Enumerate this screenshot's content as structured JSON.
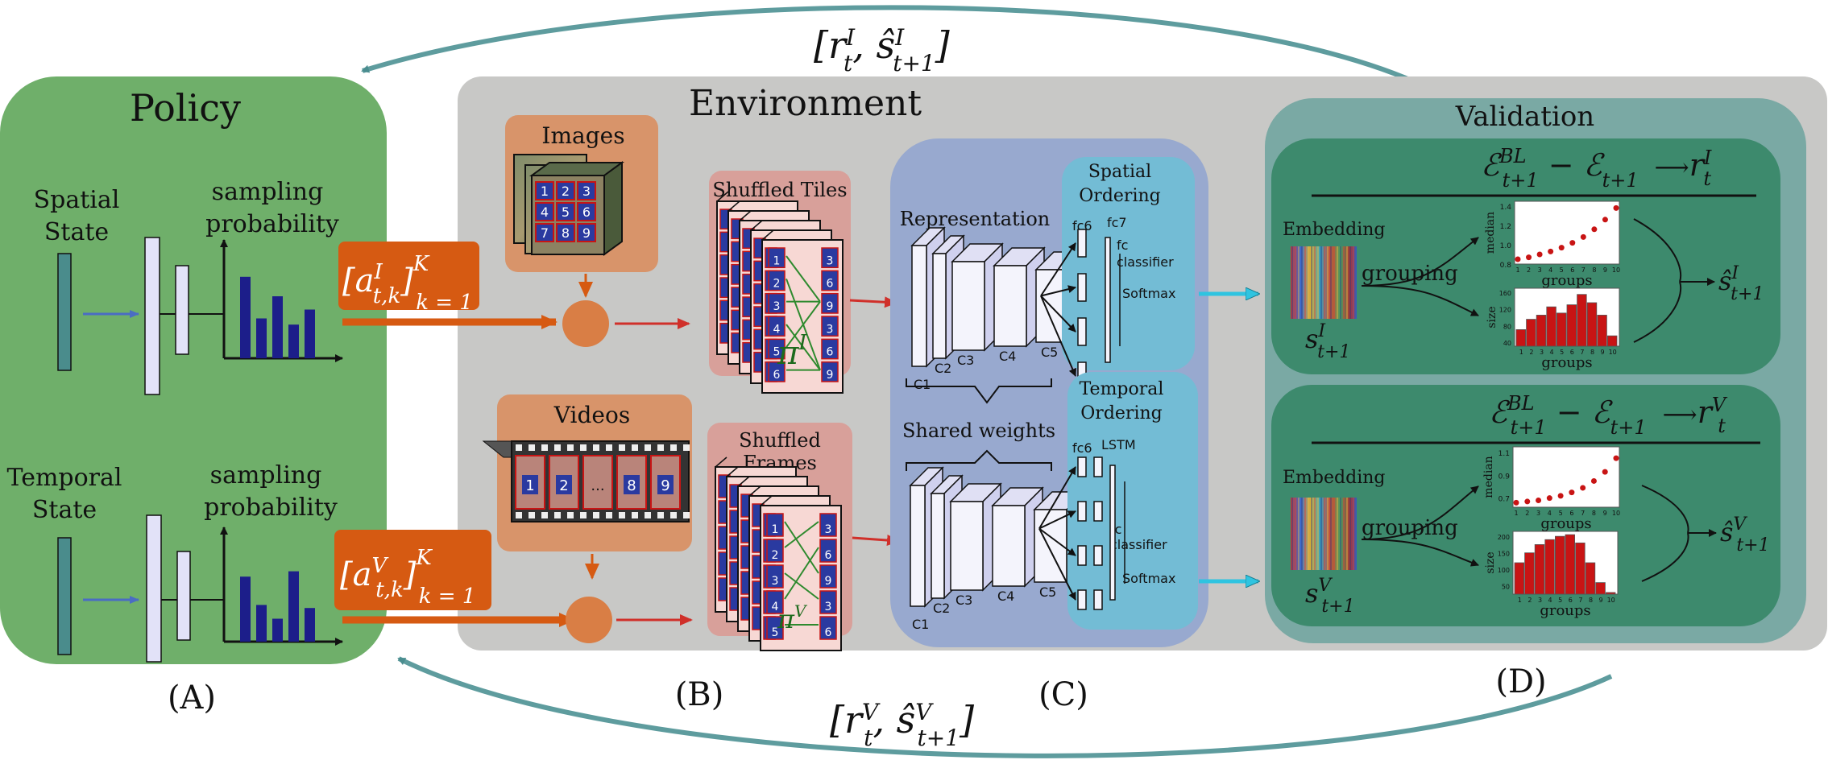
{
  "policy": {
    "title": "Policy",
    "spatial_state": [
      "Spatial",
      "State"
    ],
    "temporal_state": [
      "Temporal",
      "State"
    ],
    "sampling_probability": [
      "sampling",
      "probability"
    ],
    "bars_spatial": [
      0.92,
      0.45,
      0.7,
      0.38,
      0.55
    ],
    "bars_temporal": [
      0.85,
      0.48,
      0.3,
      0.92,
      0.44
    ]
  },
  "actions": {
    "image_action": "[a",
    "image_action_sup": "I",
    "image_action_sub": "t,k",
    "image_action_end": "]",
    "image_action_K": "K",
    "image_action_k1": "k = 1",
    "video_action": "[a",
    "video_action_sup": "V",
    "video_action_sub": "t,k",
    "video_action_end": "]",
    "video_action_K": "K",
    "video_action_k1": "k = 1"
  },
  "feedback": {
    "top": "[r",
    "top_sup": "I",
    "top_sub": "t",
    "top_mid": ", ŝ",
    "top_sup2": "I",
    "top_sub2": "t+1",
    "top_end": "]",
    "bottom": "[r",
    "bottom_sup": "V",
    "bottom_sub": "t",
    "bottom_mid": ", ŝ",
    "bottom_sup2": "V",
    "bottom_sub2": "t+1",
    "bottom_end": "]"
  },
  "environment": {
    "title": "Environment",
    "images_label": "Images",
    "videos_label": "Videos",
    "shuffled_tiles": "Shuffled  Tiles",
    "shuffled_frames": [
      "Shuffled",
      "Frames"
    ],
    "pi_I": "π",
    "pi_I_sup": "I",
    "pi_V": "π",
    "pi_V_sup": "V",
    "tile_numbers": [
      "1",
      "2",
      "3",
      "4",
      "5",
      "6",
      "7",
      "8",
      "9"
    ],
    "video_frames": [
      "1",
      "2",
      "...",
      "8",
      "9"
    ]
  },
  "network": {
    "representation": "Representation",
    "shared_weights": "Shared  weights",
    "conv_labels_top": [
      "C1",
      "C2",
      "C3",
      "C4",
      "C5"
    ],
    "conv_labels_bottom": [
      "C1",
      "C2",
      "C3",
      "C4",
      "C5"
    ],
    "spatial_ordering": [
      "Spatial",
      "Ordering"
    ],
    "temporal_ordering": [
      "Temporal",
      "Ordering"
    ],
    "fc6": "fc6",
    "fc7": "fc7",
    "fc": "fc",
    "classifier": "classifier",
    "softmax": "Softmax",
    "lstm": "LSTM"
  },
  "validation": {
    "title": "Validation",
    "formula_top": "ℰ",
    "formula_top_sup": "BL",
    "formula_top_sub": "t+1",
    "formula_top_mid": " − ℰ",
    "formula_top_sub2": "t+1",
    "formula_top_r": "r",
    "formula_top_r_sup": "I",
    "formula_top_r_sub": "t",
    "formula_bottom_r_sup": "V",
    "embedding": "Embedding",
    "grouping": "grouping",
    "s_I": "s",
    "s_I_sup": "I",
    "s_I_sub": "t+1",
    "s_V_sup": "V",
    "shat": "ŝ",
    "shat_sub": "t+1",
    "median": "median",
    "size": "size",
    "groups": "groups",
    "median_ticks_top": [
      "1.4",
      "1.2",
      "1.0",
      "0.8"
    ],
    "median_ticks_bottom": [
      "1.1",
      "0.9",
      "0.7"
    ],
    "size_ticks_top": [
      "160",
      "120",
      "80",
      "40"
    ],
    "size_ticks_bottom": [
      "200",
      "150",
      "100",
      "50"
    ],
    "x_ticks": [
      "1",
      "2",
      "3",
      "4",
      "5",
      "6",
      "7",
      "8",
      "9",
      "10"
    ],
    "median_values_top": [
      0.85,
      0.87,
      0.9,
      0.93,
      0.97,
      1.02,
      1.08,
      1.16,
      1.26,
      1.38
    ],
    "median_values_bottom": [
      0.66,
      0.67,
      0.68,
      0.7,
      0.72,
      0.75,
      0.79,
      0.85,
      0.93,
      1.05
    ],
    "size_values_top": [
      70,
      95,
      105,
      125,
      110,
      130,
      155,
      135,
      105,
      55
    ],
    "size_values_bottom": [
      120,
      150,
      175,
      190,
      200,
      205,
      180,
      120,
      60,
      30
    ]
  },
  "panel_labels": [
    "(A)",
    "(B)",
    "(C)",
    "(D)"
  ],
  "colors": {
    "policy_green": "#6faf6a",
    "environment_gray": "#c8c8c6",
    "action_orange": "#d65a12",
    "cnn_blue": "#98a9cf",
    "ordering_cyan": "#73bcd5",
    "validation_teal": "#7aa9a4",
    "validation_inner": "#3d8a6d",
    "bar_navy": "#1c1e8a",
    "hist_red": "#c81414",
    "feedback_teal": "#5e9c9e"
  }
}
